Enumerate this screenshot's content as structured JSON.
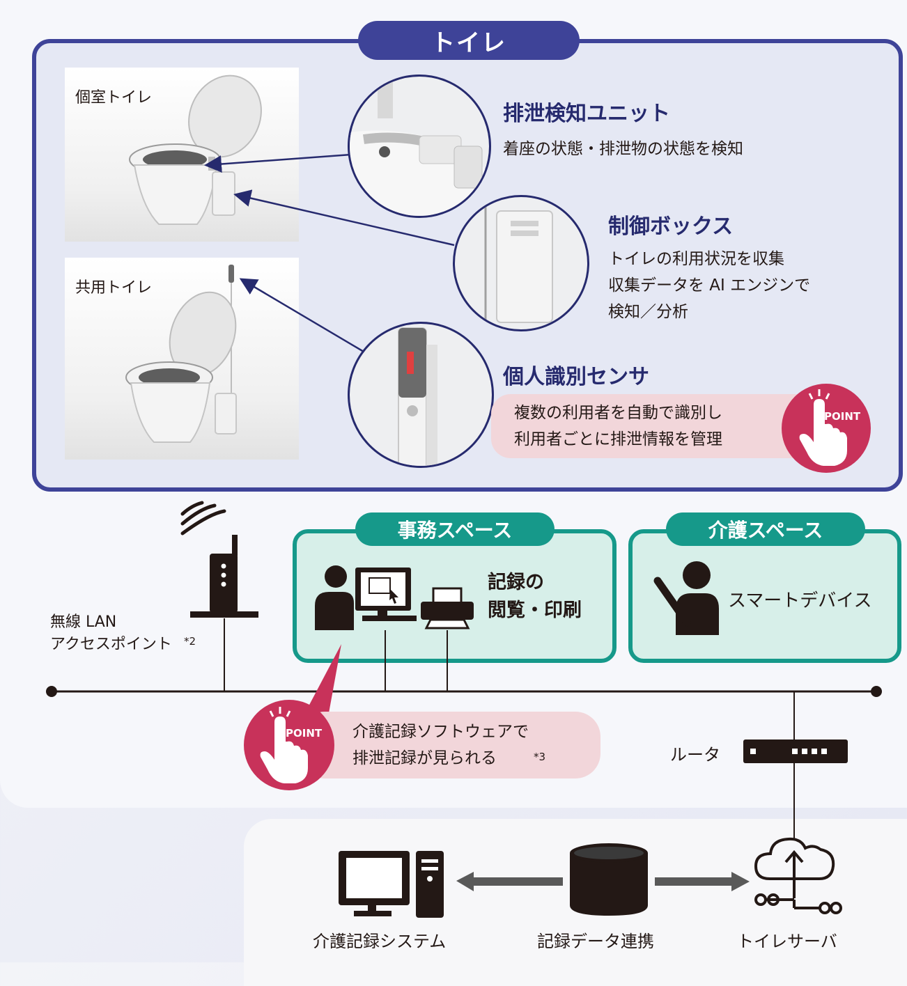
{
  "toilet_section": {
    "title": "トイレ",
    "photo_private_label": "個室トイレ",
    "photo_shared_label": "共用トイレ"
  },
  "features": {
    "detection": {
      "title": "排泄検知ユニット",
      "desc": "着座の状態・排泄物の状態を検知"
    },
    "control": {
      "title": "制御ボックス",
      "desc_line1": "トイレの利用状況を収集",
      "desc_line2": "収集データを AI エンジンで",
      "desc_line3": "検知／分析"
    },
    "identification": {
      "title": "個人識別センサ",
      "point_line1": "複数の利用者を自動で識別し",
      "point_line2": "利用者ごとに排泄情報を管理"
    }
  },
  "point_label": "POINT",
  "network": {
    "ap_line1": "無線 LAN",
    "ap_line2": "アクセスポイント",
    "ap_note": "*2",
    "router_label": "ルータ",
    "point_line1": "介護記録ソフトウェアで",
    "point_line2": "排泄記録が見られる",
    "point_note": "*3"
  },
  "office_space": {
    "title": "事務スペース",
    "label_line1": "記録の",
    "label_line2": "閲覧・印刷"
  },
  "care_space": {
    "title": "介護スペース",
    "label": "スマートデバイス"
  },
  "bottom": {
    "system_label": "介護記録システム",
    "data_link_label": "記録データ連携",
    "server_label": "トイレサーバ"
  },
  "colors": {
    "navy": "#3e4398",
    "teal": "#16998a",
    "pink": "#c8325a",
    "pink_light": "#f2d6da",
    "dark": "#231815"
  }
}
